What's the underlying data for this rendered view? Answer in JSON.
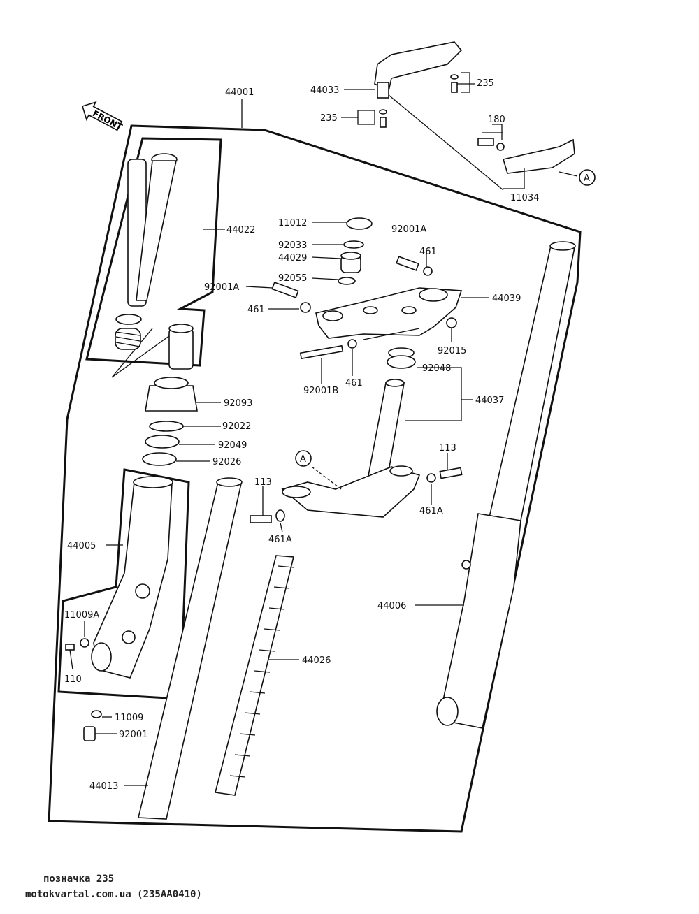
{
  "arrow_label": "FRONT",
  "callout_letter": "A",
  "parts": {
    "p44001": "44001",
    "p44033": "44033",
    "p235a": "235",
    "p235b": "235",
    "p180": "180",
    "p11034": "11034",
    "p44022": "44022",
    "p11012": "11012",
    "p92001A_a": "92001A",
    "p92033": "92033",
    "p44029": "44029",
    "p461_a": "461",
    "p92055": "92055",
    "p92001A_b": "92001A",
    "p44039": "44039",
    "p461_b": "461",
    "p92015": "92015",
    "p92048": "92048",
    "p92001B": "92001B",
    "p461_c": "461",
    "p44037": "44037",
    "p92093": "92093",
    "p92022": "92022",
    "p92049": "92049",
    "p92026": "92026",
    "p113_a": "113",
    "p113_b": "113",
    "p461A_a": "461A",
    "p461A_b": "461A",
    "p44005": "44005",
    "p11009A": "11009A",
    "p110": "110",
    "p44006": "44006",
    "p44026": "44026",
    "p11009": "11009",
    "p92001": "92001",
    "p44013": "44013"
  },
  "footer": {
    "line1": "позначка 235",
    "line2": "motokvartal.com.ua (235AA0410)"
  }
}
